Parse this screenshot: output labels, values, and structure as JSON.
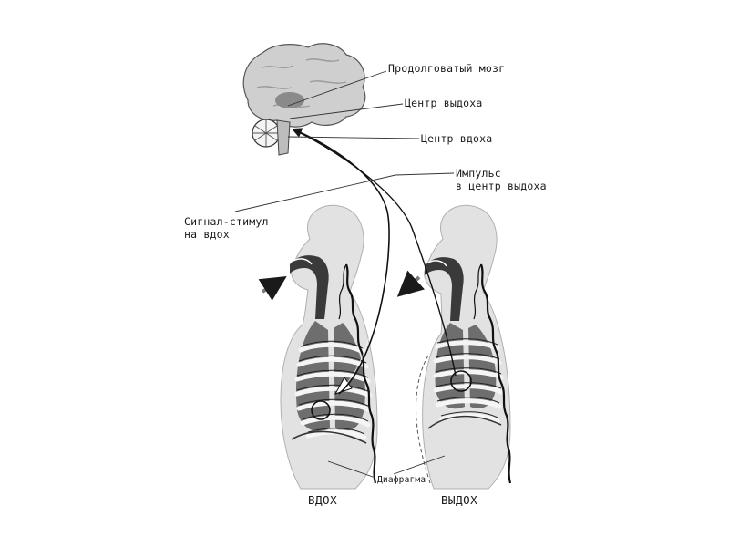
{
  "labels": {
    "medulla": "Продолговатый мозг",
    "exhale_center": "Центр выдоха",
    "inhale_center": "Центр вдоха",
    "impulse_line1": "Импульс",
    "impulse_line2": "в центр выдоха",
    "signal_line1": "Сигнал-стимул",
    "signal_line2": "на вдох",
    "diaphragm": "Диафрагма",
    "inhale": "ВДОХ",
    "exhale": "ВЫДОХ"
  },
  "colors": {
    "ink": "#1a1a1a",
    "body_fill": "#e2e2e2",
    "brain_fill": "#cfcfcf",
    "lung_fill": "#6e6e6e",
    "airway_fill": "#3a3a3a"
  }
}
